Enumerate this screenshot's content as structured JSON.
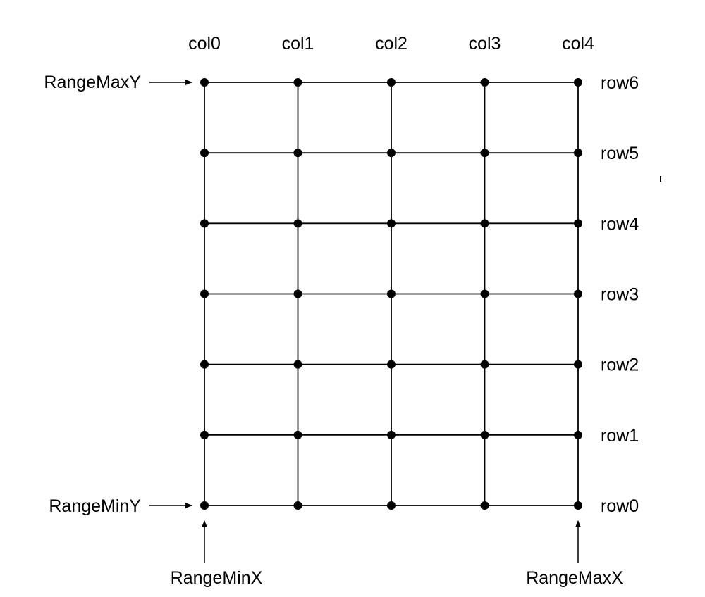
{
  "diagram": {
    "columns": [
      "col0",
      "col1",
      "col2",
      "col3",
      "col4"
    ],
    "rows": [
      "row0",
      "row1",
      "row2",
      "row3",
      "row4",
      "row5",
      "row6"
    ],
    "labels": {
      "range_max_y": "RangeMaxY",
      "range_min_y": "RangeMinY",
      "range_min_x": "RangeMinX",
      "range_max_x": "RangeMaxX"
    },
    "colors": {
      "line": "#000000",
      "background": "#ffffff"
    }
  }
}
